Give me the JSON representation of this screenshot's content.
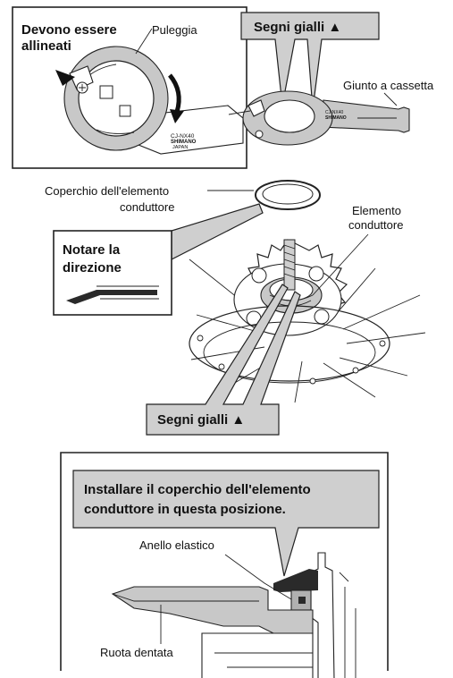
{
  "labels": {
    "must_align": [
      "Devono essere",
      "allineati"
    ],
    "pulley": "Puleggia",
    "yellow_marks_top": "Segni gialli ▲",
    "cassette_joint": "Giunto a cassetta",
    "driver_cover": [
      "Coperchio dell'elemento",
      "conduttore"
    ],
    "driver": [
      "Elemento",
      "conduttore"
    ],
    "note_direction": [
      "Notare la",
      "direzione"
    ],
    "yellow_marks_bottom": "Segni gialli ▲",
    "install_cover": [
      "Installare il coperchio dell'elemento",
      "conduttore in questa posizione."
    ],
    "snap_ring": "Anello elastico",
    "sprocket": "Ruota dentata"
  },
  "tool_text": [
    "CJ-NX40",
    "SHIMANO",
    "JAPAN"
  ],
  "colors": {
    "callout_fill": "#cfcfcf",
    "part_gray": "#c8c8c8",
    "dark_part": "#2a2a2a"
  }
}
